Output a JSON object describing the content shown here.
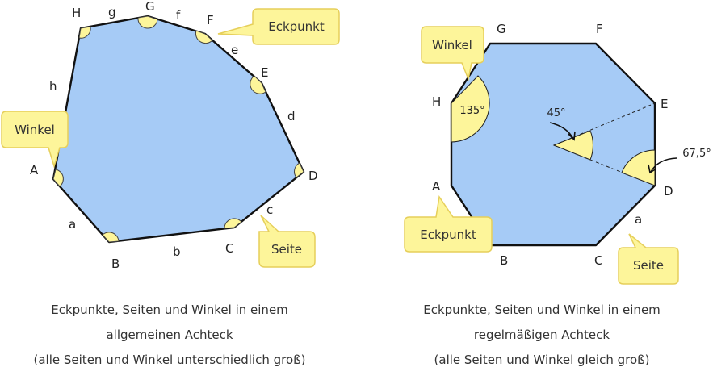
{
  "left": {
    "vertices": [
      "A",
      "B",
      "C",
      "D",
      "E",
      "F",
      "G",
      "H"
    ],
    "sides": [
      "a",
      "b",
      "c",
      "d",
      "e",
      "f",
      "g",
      "h"
    ],
    "bubbles": {
      "angle": "Winkel",
      "vertex": "Eckpunkt",
      "side": "Seite"
    },
    "caption": [
      "Eckpunkte, Seiten und Winkel in einem",
      "allgemeinen Achteck",
      "(alle Seiten und Winkel unterschiedlich groß)"
    ]
  },
  "right": {
    "vertices": [
      "A",
      "B",
      "C",
      "D",
      "E",
      "F",
      "G",
      "H"
    ],
    "sides": [
      "a"
    ],
    "bubbles": {
      "angle": "Winkel",
      "vertex": "Eckpunkt",
      "side": "Seite"
    },
    "angles": {
      "interior": "135°",
      "central": "45°",
      "base": "67,5°"
    },
    "caption": [
      "Eckpunkte, Seiten und Winkel in einem",
      "regelmäßigen Achteck",
      "(alle Seiten und Winkel gleich groß)"
    ]
  },
  "colors": {
    "fill": "#a6cbf6",
    "angle": "#fdf59a",
    "bubble": "#fdf59a",
    "bubble_border": "#e6cf5a",
    "stroke": "#111111"
  }
}
